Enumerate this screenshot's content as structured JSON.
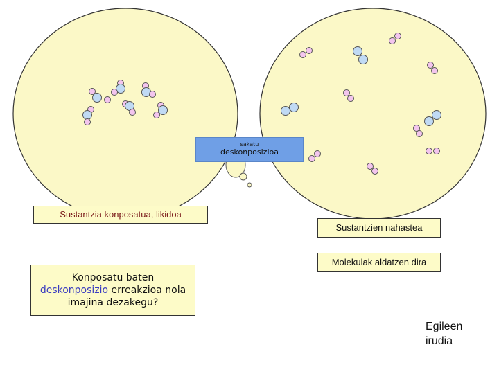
{
  "button": {
    "small_label": "sakatu",
    "main_label": "deskonposizioa"
  },
  "labels": {
    "left": "Sustantzia konposatua, likidoa",
    "right": "Sustantzien nahastea",
    "molecules": "Molekulak aldatzen dira"
  },
  "question": {
    "part1": "Konposatu baten",
    "highlight": "deskonposizio",
    "part2": "erreakzioa nola imajina dezakegu?"
  },
  "credit": {
    "line1": "Egileen",
    "line2": "irudia"
  },
  "colors": {
    "ellipse_fill": "#fbf8c7",
    "ellipse_stroke": "#333333",
    "atom_pink": "#f3c5ee",
    "atom_blue": "#c0daf4",
    "highlight_text": "#3a3cc0",
    "button_fill": "#6f9fe6"
  }
}
